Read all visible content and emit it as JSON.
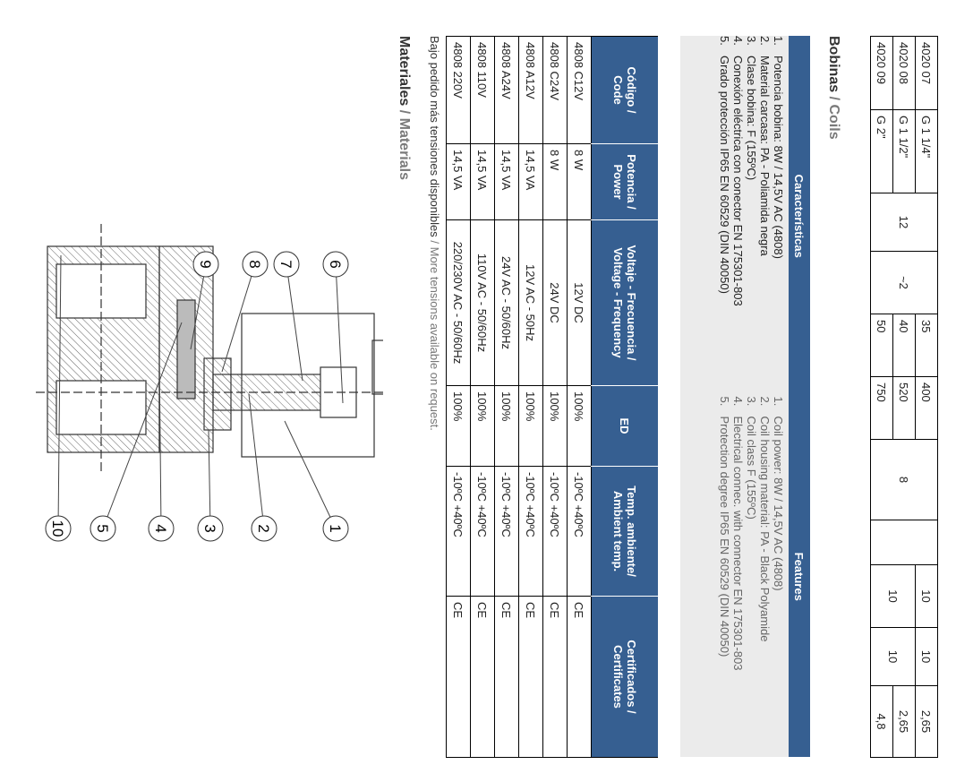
{
  "valves_table": {
    "rows": [
      {
        "code": "4020 07",
        "thread": "G 1 1/4\"",
        "c3": "12",
        "c4": "~2",
        "c5": "35",
        "c6": "400",
        "c7": "8",
        "c8": "",
        "c9": "10",
        "c10": "10",
        "c11": "2,65"
      },
      {
        "code": "4020 08",
        "thread": "G 1 1/2\"",
        "c5": "40",
        "c6": "520",
        "c9": "10",
        "c10": "10",
        "c11": "2,65"
      },
      {
        "code": "4020 09",
        "thread": "G 2\"",
        "c5": "50",
        "c6": "750",
        "c11": "4,8"
      }
    ]
  },
  "coils": {
    "title_es": "Bobinas",
    "sep": " / ",
    "title_en": "Coils"
  },
  "features": {
    "header_es": "Características",
    "header_en": "Features",
    "items_es": [
      "Potencia bobina: 8W / 14,5V AC (4808)",
      "Material carcasa: PA - Poliamida negra",
      "Clase bobina: F (155ºC)",
      "Conexión eléctrica con conector EN 175301-803",
      "Grado protección IP65 EN 60529 (DIN 40050)"
    ],
    "items_en": [
      "Coil power: 8W / 14,5V AC (4808)",
      "Coil housing material: PA - Black Polyamide",
      "Coil class F (155ºC)",
      "Electrical connec. with connector EN 175301-803",
      "Protection degree IP65 EN 60529 (DIN 40050)"
    ],
    "numbers": [
      "1.",
      "2.",
      "3.",
      "4.",
      "5."
    ]
  },
  "coil_table": {
    "headers": [
      [
        "Código /",
        "Code"
      ],
      [
        "Potencia /",
        "Power"
      ],
      [
        "Voltaje - Frecuencia /",
        "Voltage - Frequency"
      ],
      [
        "ED",
        ""
      ],
      [
        "Temp. ambiente/",
        "Ambient temp."
      ],
      [
        "Certificados /",
        "Certificates"
      ]
    ],
    "rows": [
      [
        "4808 C12V",
        "8 W",
        "12V DC",
        "100%",
        "-10ºC +40ºC",
        "CE"
      ],
      [
        "4808 C24V",
        "8 W",
        "24V DC",
        "100%",
        "-10ºC +40ºC",
        "CE"
      ],
      [
        "4808 A12V",
        "14,5 VA",
        "12V AC - 50Hz",
        "100%",
        "-10ºC +40ºC",
        "CE"
      ],
      [
        "4808 A24V",
        "14,5 VA",
        "24V AC - 50/60Hz",
        "100%",
        "-10ºC +40ºC",
        "CE"
      ],
      [
        "4808 110V",
        "14,5 VA",
        "110V AC - 50/60Hz",
        "100%",
        "-10ºC +40ºC",
        "CE"
      ],
      [
        "4808 220V",
        "14,5 VA",
        "220/230V AC - 50/60Hz",
        "100%",
        "-10ºC +40ºC",
        "CE"
      ]
    ]
  },
  "note": {
    "es": "Bajo pedido más tensiones disponibles",
    "sep": " / ",
    "en": "More tensions available on request."
  },
  "materials": {
    "title_es": "Materiales",
    "sep": " / ",
    "title_en": "Materials"
  },
  "diagram": {
    "callouts": [
      "1",
      "2",
      "3",
      "4",
      "5",
      "6",
      "7",
      "8",
      "9",
      "10"
    ]
  },
  "colors": {
    "header_blue": "#365f91",
    "panel_grey": "#ebebeb"
  }
}
